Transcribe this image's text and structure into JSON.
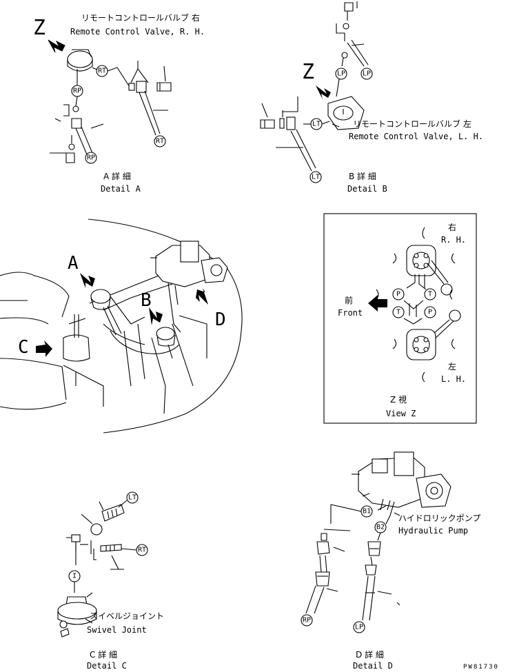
{
  "view_letter_z": "Z",
  "valve_rh": {
    "jp": "リモートコントロールバルブ 右",
    "en": "Remote Control Valve, R. H."
  },
  "valve_lh": {
    "jp": "リモートコントロールバルブ 左",
    "en": "Remote Control Valve, L. H."
  },
  "detail_a": {
    "jp": "A 詳 細",
    "en": "Detail A"
  },
  "detail_b": {
    "jp": "B 詳 細",
    "en": "Detail B"
  },
  "detail_c": {
    "jp": "C 詳 細",
    "en": "Detail C"
  },
  "detail_d": {
    "jp": "D 詳 細",
    "en": "Detail D"
  },
  "overview_letters": {
    "a": "A",
    "b": "B",
    "c": "C",
    "d": "D"
  },
  "view_z": {
    "rh_jp": "右",
    "rh_en": "R. H.",
    "front_jp": "前",
    "front_en": "Front",
    "lh_jp": "左",
    "lh_en": "L. H.",
    "title_jp": "Z 視",
    "title_en": "View Z",
    "ports": {
      "p": "P",
      "t": "T"
    }
  },
  "pump": {
    "jp": "ハイドロリックポンプ",
    "en": "Hydraulic Pump"
  },
  "swivel": {
    "jp": "スイベルジョイント",
    "en": "Swivel Joint"
  },
  "bubbles": {
    "rt": "RT",
    "rp": "RP",
    "lp": "LP",
    "lt": "LT",
    "i": "I",
    "b1": "B1",
    "b2": "B2"
  },
  "drawing_code": "PW81730"
}
